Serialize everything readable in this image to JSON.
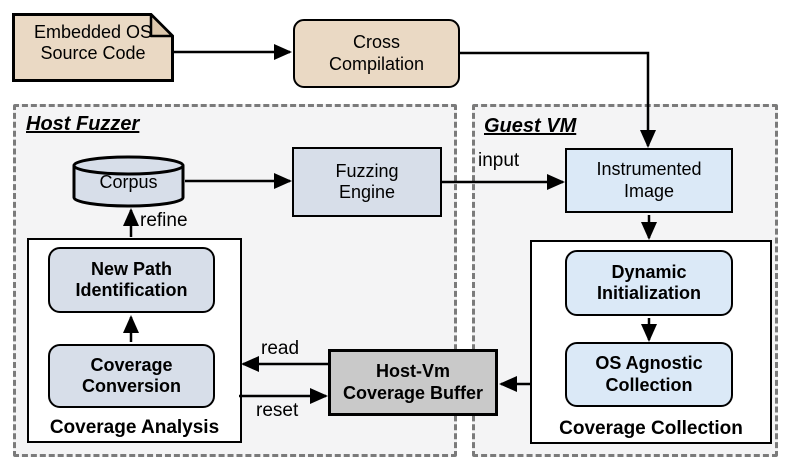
{
  "regions": {
    "host_fuzzer": {
      "label": "Host Fuzzer"
    },
    "guest_vm": {
      "label": "Guest VM"
    }
  },
  "groups": {
    "coverage_analysis": {
      "label": "Coverage Analysis"
    },
    "coverage_collection": {
      "label": "Coverage Collection"
    }
  },
  "nodes": {
    "embedded_os": {
      "label": "Embedded OS\nSource Code"
    },
    "cross_compilation": {
      "label": "Cross\nCompilation"
    },
    "corpus": {
      "label": "Corpus"
    },
    "fuzzing_engine": {
      "label": "Fuzzing\nEngine"
    },
    "instrumented_image": {
      "label": "Instrumented\nImage"
    },
    "new_path_identification": {
      "label": "New Path\nIdentification"
    },
    "coverage_conversion": {
      "label": "Coverage\nConversion"
    },
    "dynamic_initialization": {
      "label": "Dynamic\nInitialization"
    },
    "os_agnostic_collection": {
      "label": "OS Agnostic\nCollection"
    },
    "host_vm_coverage_buffer": {
      "label": "Host-Vm\nCoverage Buffer"
    }
  },
  "edge_labels": {
    "input": "input",
    "refine": "refine",
    "read": "read",
    "reset": "reset"
  },
  "colors": {
    "tan_fill": "#ead9c4",
    "tan_fold": "#dcc7ac",
    "bluegray_fill": "#d7dee9",
    "lightblue_fill": "#dbe9f7",
    "buffer_gray_fill": "#c9c9c9",
    "region_bg": "#f4f4f5",
    "dashed_border": "#7b7b7b",
    "line": "#000000"
  }
}
